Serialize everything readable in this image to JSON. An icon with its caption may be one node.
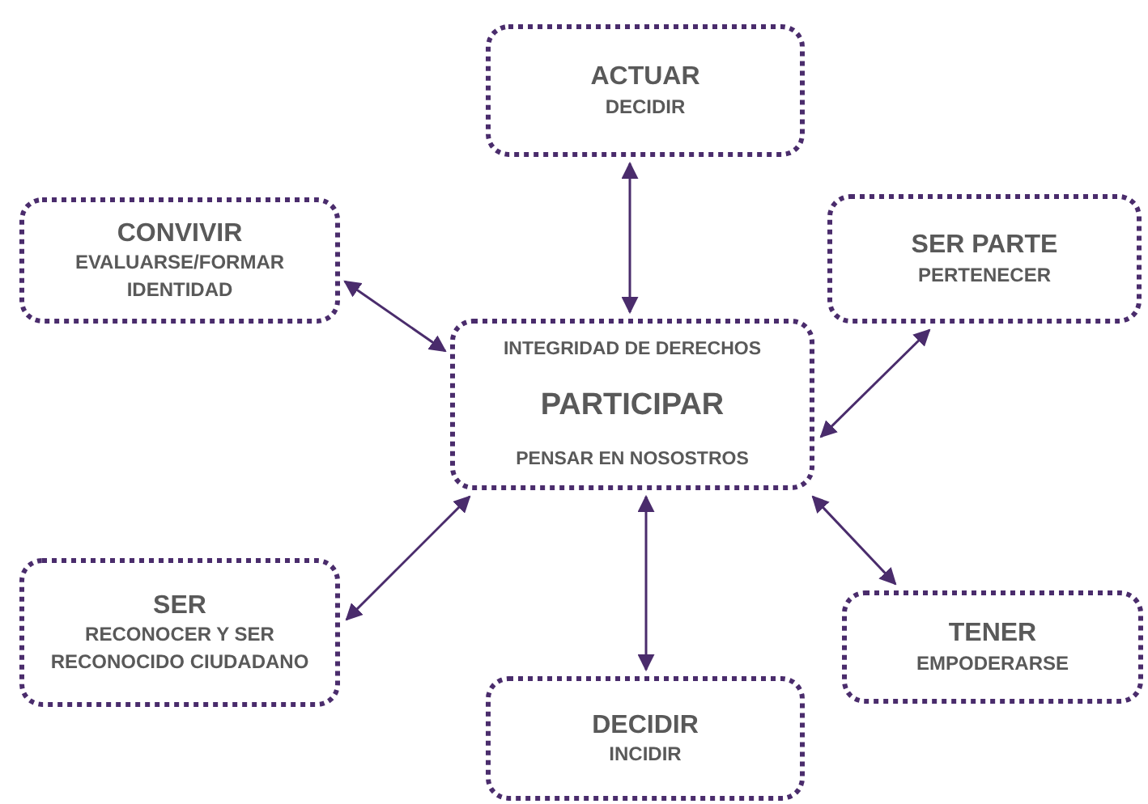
{
  "diagram": {
    "nodes": [
      {
        "text": [
          "ACTUAR",
          "DECIDIR"
        ]
      },
      {
        "text": [
          "CONVIVIR",
          "EVALUARSE/FORMAR IDENTIDAD"
        ]
      },
      {
        "text": [
          "SER PARTE",
          "PERTENECER"
        ]
      },
      {
        "text": [
          "INTEGRIDAD DE DERECHOS",
          "PARTICIPAR",
          "PENSAR EN NOSOSTROS"
        ]
      },
      {
        "text": [
          "SER",
          "RECONOCER Y SER RECONOCIDO CIUDADANO"
        ]
      },
      {
        "text": [
          "TENER",
          "EMPODERARSE"
        ]
      },
      {
        "text": [
          "DECIDIR",
          "INCIDIR"
        ]
      }
    ],
    "edges": [
      {
        "from": 0,
        "to": 3,
        "arrow": "both"
      },
      {
        "from": 1,
        "to": 3,
        "arrow": "both"
      },
      {
        "from": 2,
        "to": 3,
        "arrow": "both"
      },
      {
        "from": 4,
        "to": 3,
        "arrow": "both"
      },
      {
        "from": 5,
        "to": 3,
        "arrow": "both"
      },
      {
        "from": 6,
        "to": 3,
        "arrow": "both"
      }
    ]
  }
}
